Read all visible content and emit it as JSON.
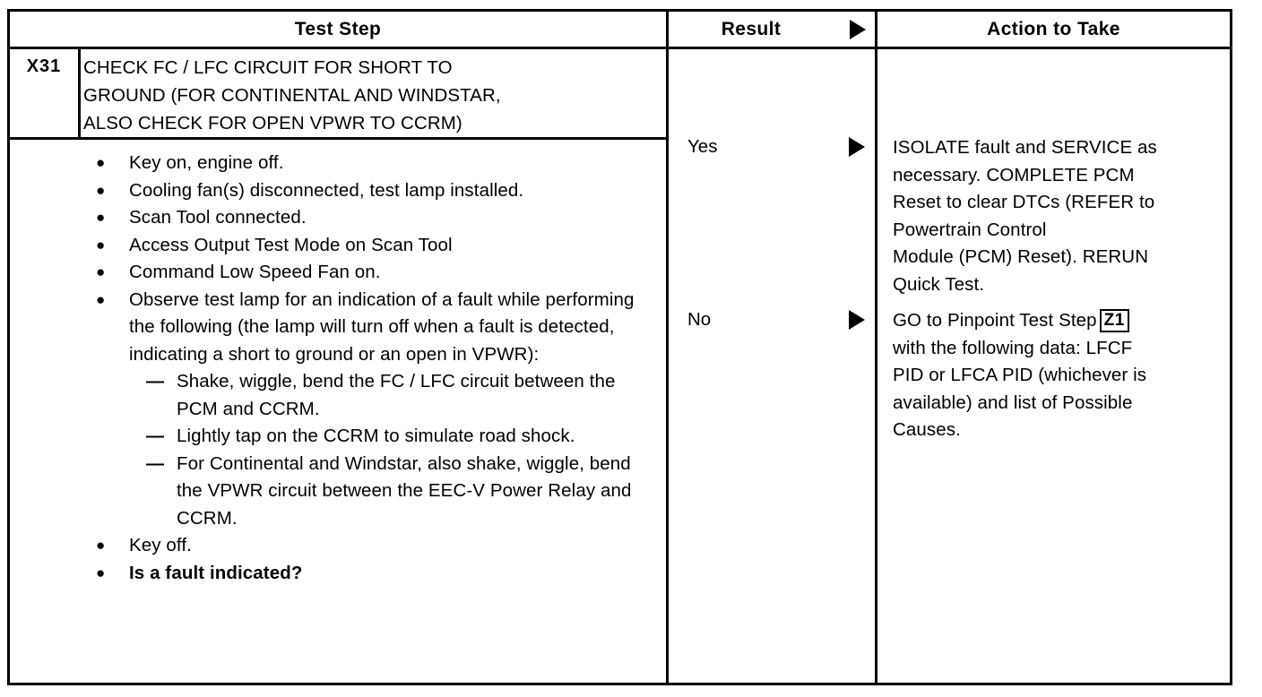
{
  "table": {
    "headers": {
      "test_step": "Test Step",
      "result": "Result",
      "action": "Action to Take",
      "result_marker_icon": "right-triangle-icon"
    },
    "step": {
      "id": "X31",
      "title_lines": [
        "CHECK FC / LFC CIRCUIT FOR SHORT TO",
        "GROUND (FOR CONTINENTAL AND WINDSTAR,",
        "ALSO CHECK FOR OPEN VPWR TO CCRM)"
      ],
      "bullet_marker": "●",
      "dash_marker": "—",
      "items": [
        {
          "kind": "bullet",
          "bold": false,
          "text": "Key on, engine off."
        },
        {
          "kind": "bullet",
          "bold": false,
          "text": "Cooling fan(s) disconnected, test lamp installed."
        },
        {
          "kind": "bullet",
          "bold": false,
          "text": "Scan Tool connected."
        },
        {
          "kind": "bullet",
          "bold": false,
          "text": "Access Output Test Mode on Scan Tool"
        },
        {
          "kind": "bullet",
          "bold": false,
          "text": "Command Low Speed Fan on."
        },
        {
          "kind": "bullet",
          "bold": false,
          "text": "Observe test lamp for an indication of a fault while performing the following (the lamp will turn off when a fault is detected, indicating a short to ground or an open in VPWR):"
        },
        {
          "kind": "dash",
          "bold": false,
          "text": "Shake, wiggle, bend the FC / LFC circuit between the PCM and CCRM."
        },
        {
          "kind": "dash",
          "bold": false,
          "text": "Lightly tap on the CCRM to simulate road shock."
        },
        {
          "kind": "dash",
          "bold": false,
          "text": "For Continental and Windstar, also shake, wiggle, bend the VPWR circuit between the EEC-V Power Relay and CCRM."
        },
        {
          "kind": "bullet",
          "bold": false,
          "text": "Key off."
        },
        {
          "kind": "bullet",
          "bold": true,
          "text": "Is a fault indicated?"
        }
      ]
    },
    "results": [
      {
        "label": "Yes",
        "marker_icon": "right-triangle-icon"
      },
      {
        "label": "No",
        "marker_icon": "right-triangle-icon"
      }
    ],
    "actions": {
      "yes_lines": [
        "ISOLATE fault and SERVICE as",
        "necessary. COMPLETE PCM",
        "Reset to clear DTCs (REFER to",
        "Powertrain Control",
        "Module (PCM) Reset). RERUN",
        "Quick Test."
      ],
      "no_lines_before_ref": [
        "GO to Pinpoint Test Step"
      ],
      "no_step_ref": "Z1",
      "no_lines_after_ref": [
        "with the following data: LFCF",
        "PID or LFCA PID (whichever is",
        "available) and list of Possible",
        "Causes."
      ]
    }
  },
  "colors": {
    "ink": "#000000",
    "paper": "#ffffff"
  }
}
